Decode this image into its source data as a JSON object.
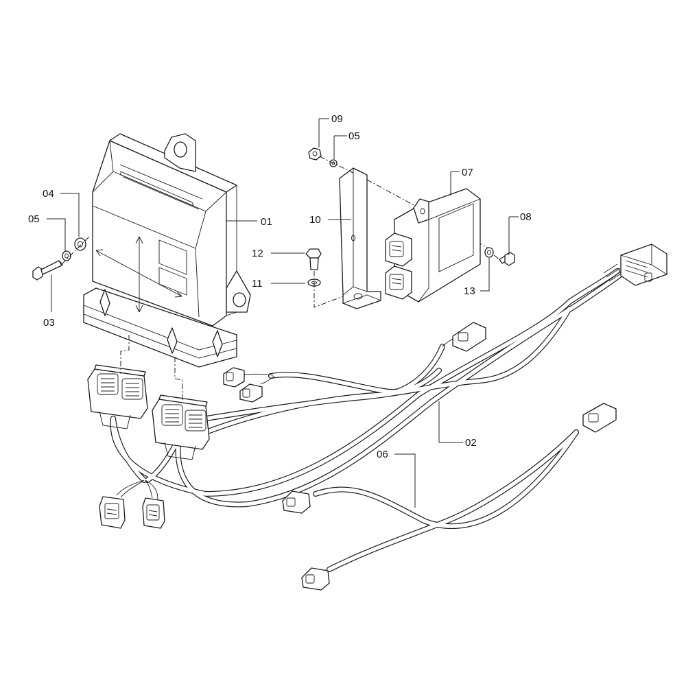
{
  "parts": [
    {
      "id": "p01",
      "label": "01"
    },
    {
      "id": "p02",
      "label": "02"
    },
    {
      "id": "p03",
      "label": "03"
    },
    {
      "id": "p04",
      "label": "04"
    },
    {
      "id": "p05a",
      "label": "05"
    },
    {
      "id": "p05b",
      "label": "05"
    },
    {
      "id": "p06",
      "label": "06"
    },
    {
      "id": "p07",
      "label": "07"
    },
    {
      "id": "p08",
      "label": "08"
    },
    {
      "id": "p09",
      "label": "09"
    },
    {
      "id": "p10",
      "label": "10"
    },
    {
      "id": "p11",
      "label": "11"
    },
    {
      "id": "p12",
      "label": "12"
    },
    {
      "id": "p13",
      "label": "13"
    }
  ]
}
